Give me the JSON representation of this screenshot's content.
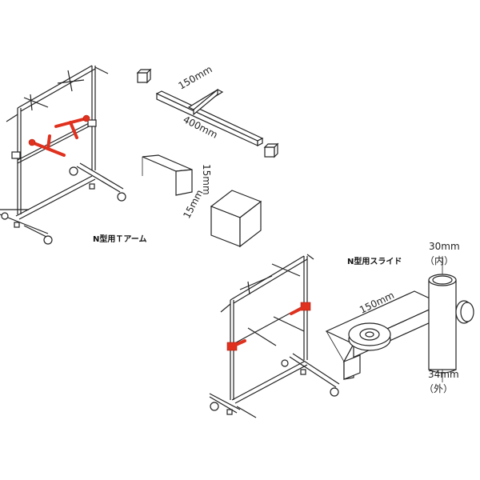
{
  "colors": {
    "highlight": "#e0301e",
    "line": "#222222",
    "background": "#ffffff"
  },
  "t_arm": {
    "caption": "N型用Ｔアーム",
    "dims": {
      "arm_length": "150mm",
      "bar_length": "400mm",
      "section_height": "15mm",
      "section_width": "15mm"
    }
  },
  "slide": {
    "caption": "N型用スライド",
    "dims": {
      "arm_length": "150mm",
      "inner_diameter_value": "30mm",
      "inner_diameter_label": "（内）",
      "outer_diameter_value": "34mm",
      "outer_diameter_label": "（外）"
    }
  }
}
